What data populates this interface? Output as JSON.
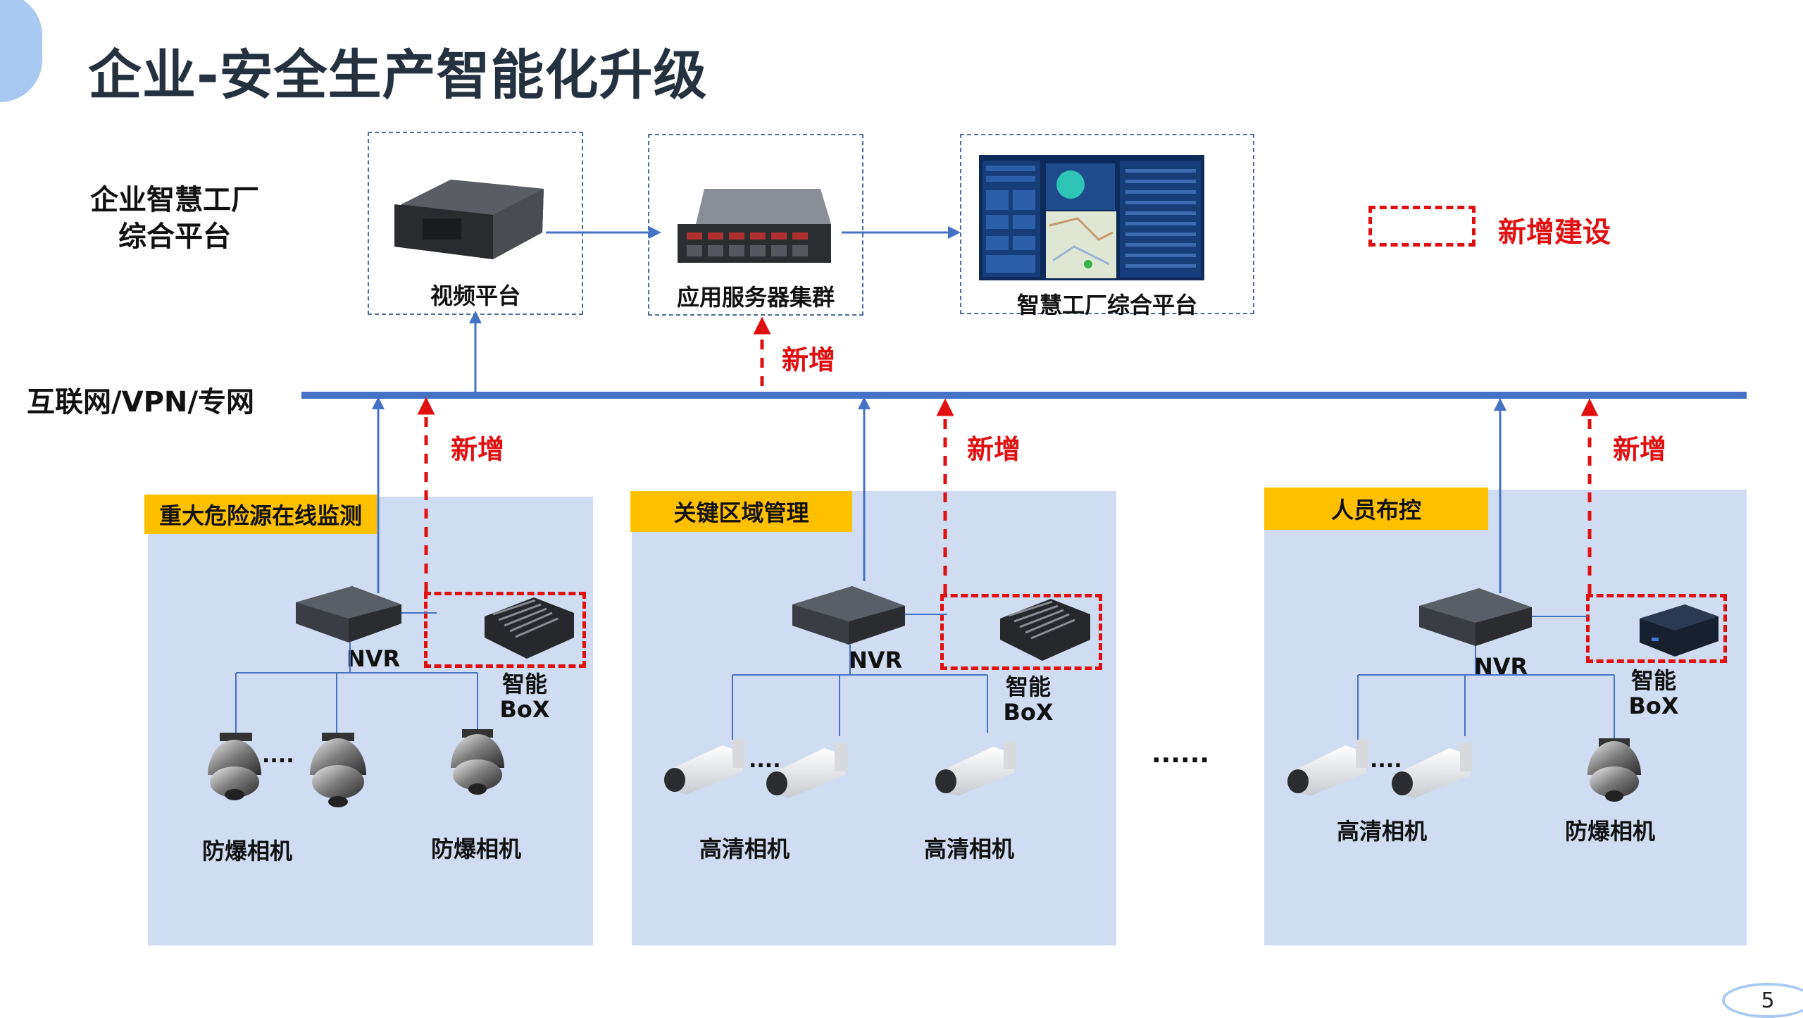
{
  "title": "企业-安全生产智能化升级",
  "platform_label_line1": "企业智慧工厂",
  "platform_label_line2": "综合平台",
  "network_label": "互联网/VPN/专网",
  "top_boxes": {
    "video": "视频平台",
    "server": "应用服务器集群",
    "factory": "智慧工厂综合平台"
  },
  "legend": {
    "label": "新增建设",
    "color": "#e01010"
  },
  "new_label": "新增",
  "sections": [
    {
      "title": "重大危险源在线监测",
      "nvr": "NVR",
      "box_line1": "智能",
      "box_line2": "BoX",
      "cam_left": "防爆相机",
      "cam_right": "防爆相机",
      "dots": "....",
      "cam_type": "dome-camera-icon"
    },
    {
      "title": "关键区域管理",
      "nvr": "NVR",
      "box_line1": "智能",
      "box_line2": "BoX",
      "cam_left": "高清相机",
      "cam_right": "高清相机",
      "dots": "....",
      "cam_type": "bullet-camera-icon"
    },
    {
      "title": "人员布控",
      "nvr": "NVR",
      "box_line1": "智能",
      "box_line2": "BoX",
      "cam_left": "高清相机",
      "cam_right": "防爆相机",
      "dots": "....",
      "cam_type": "mixed-camera-icon"
    }
  ],
  "ellipsis": "......",
  "page_number": "5",
  "colors": {
    "panel": "#cfdcf2",
    "section_title": "#ffc000",
    "network_line": "#4472c4",
    "new_red": "#e01010"
  }
}
